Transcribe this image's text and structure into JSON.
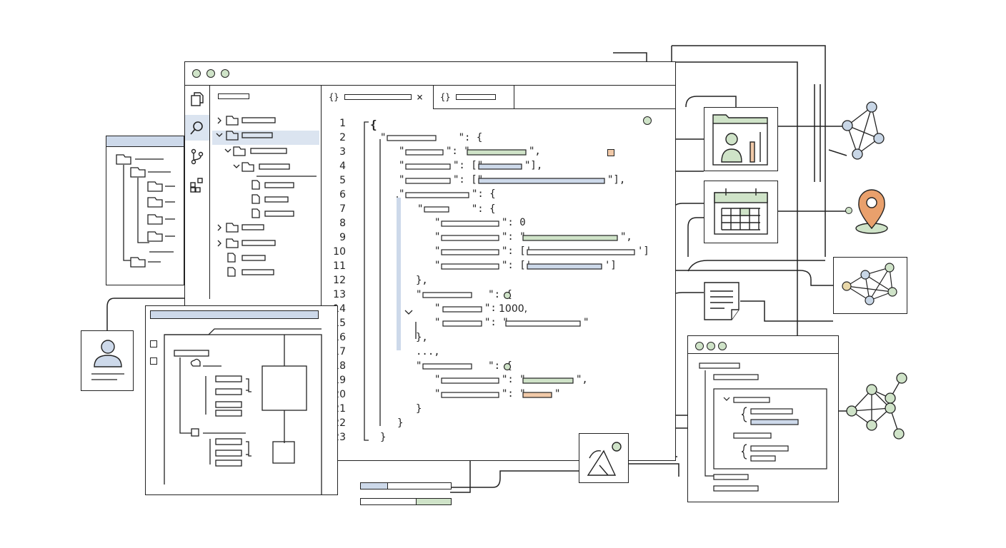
{
  "editor": {
    "tab_active_icon": "{}",
    "tab_close": "×",
    "tab_inactive_icon": "{}",
    "line_numbers": [
      "1",
      "2",
      "3",
      "4",
      "5",
      "6",
      "7",
      "8",
      "9",
      "10",
      "11",
      "12",
      "13",
      "14",
      "15",
      "16",
      "17",
      "18",
      "19",
      "20",
      "21",
      "22",
      "23"
    ],
    "code": {
      "l1_brace": "{",
      "l2": "\"            \": {",
      "l7": "\"        \": {",
      "l12": "},",
      "l13": "\"           \": {",
      "l14_value": "1000,",
      "l16": "},",
      "l17": "...,",
      "l18": "\"           \": {",
      "l21": "}",
      "l22": "}",
      "l23": "}"
    }
  },
  "activity_bar": [
    {
      "icon": "files-icon"
    },
    {
      "icon": "search-icon"
    },
    {
      "icon": "source-control-icon"
    },
    {
      "icon": "extensions-icon"
    }
  ],
  "colors": {
    "green": "#cfe3c8",
    "blue": "#cdd9ea",
    "orange": "#f1c9a8",
    "pin": "#e9a06c",
    "line": "#222222",
    "node_blue": "#c8d6e6",
    "node_green": "#cfe3c8",
    "node_tan": "#e8d7a8"
  }
}
